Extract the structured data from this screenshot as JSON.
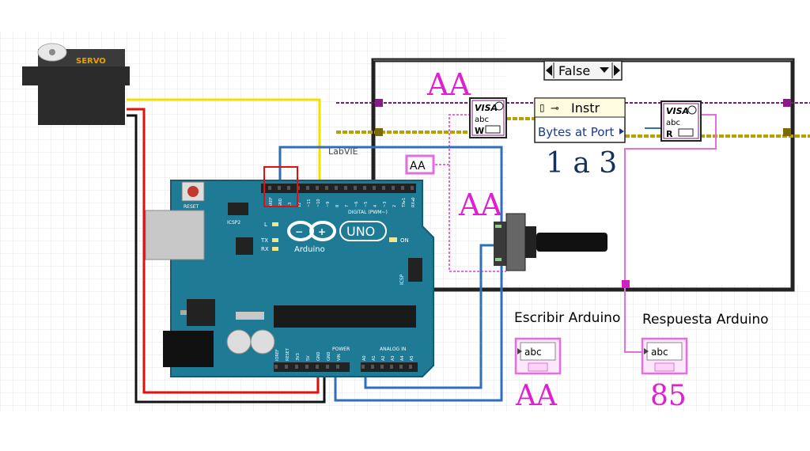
{
  "servo": {
    "label": "SERVO"
  },
  "arduino": {
    "logo": "Arduino",
    "model": "UNO",
    "reset_label": "RESET",
    "icsp2_label": "ICSP2",
    "icsp_label": "ICSP",
    "led_l": "L",
    "led_tx": "TX",
    "led_rx": "RX",
    "on_label": "ON",
    "digital_label": "DIGITAL (PWM~)",
    "power_label": "POWER",
    "analog_label": "ANALOG IN",
    "top_pins": [
      "AREF",
      "GND",
      "13",
      "12",
      "~11",
      "~10",
      "~9",
      "8",
      "7",
      "~6",
      "~5",
      "4",
      "~3",
      "2",
      "TX▸1",
      "RX◂0"
    ],
    "power_pins": [
      "IOREF",
      "RESET",
      "3V3",
      "5V",
      "GND",
      "GND",
      "VIN"
    ],
    "analog_pins": [
      "A0",
      "A1",
      "A2",
      "A3",
      "A4",
      "A5"
    ]
  },
  "labview": {
    "case_selector": "False",
    "visa_write_label": "VISA",
    "visa_read_label": "VISA",
    "visa_w": "W",
    "visa_r": "R",
    "abc": "abc",
    "property_node_title": "Instr",
    "property_node_item": "Bytes at Port",
    "small_constant": "AA",
    "partial_label": "LabVIE"
  },
  "annotations": {
    "aa_top": "AA",
    "aa_middle": "AA",
    "bytes_hint": "1 a 3",
    "aa_bottom": "AA",
    "response_value": "85"
  },
  "indicators": {
    "write_label": "Escribir Arduino",
    "write_value": "abc",
    "read_label": "Respuesta Arduino",
    "read_value": "abc"
  },
  "colors": {
    "board": "#1f7a96",
    "string_wire": "#e36ee0",
    "visa_wire": "#7a1a7a",
    "error_wire": "#c8b400",
    "case_border": "#222222",
    "blue_wire": "#2f6fb8",
    "red_wire": "#e01010",
    "yellow_wire": "#f0e000",
    "annotation_blue": "#13305e",
    "annotation_pink": "#e020d0"
  }
}
